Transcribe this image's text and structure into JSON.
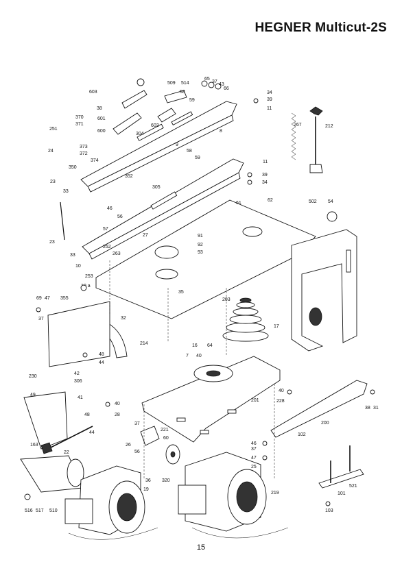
{
  "title": "HEGNER Multicut-2S",
  "page_number": "15",
  "callouts": {
    "603": "603",
    "38": "38",
    "601": "601",
    "600": "600",
    "509": "509",
    "514": "514",
    "65": "65",
    "37": "37",
    "43": "43",
    "66": "66",
    "58": "58",
    "59": "59",
    "602": "602",
    "34": "34",
    "39": "39",
    "11": "11",
    "370": "370",
    "371": "371",
    "251": "251",
    "304": "304",
    "8": "8",
    "267": "267",
    "212": "212",
    "24": "24",
    "373": "373",
    "372": "372",
    "374": "374",
    "350": "350",
    "9": "9",
    "352": "352",
    "23": "23",
    "33": "33",
    "305": "305",
    "61": "61",
    "62": "62",
    "502": "502",
    "54": "54",
    "46": "46",
    "57": "57",
    "56": "56",
    "27": "27",
    "91": "91",
    "92": "92",
    "93": "93",
    "252": "252",
    "263": "263",
    "10": "10",
    "253": "253",
    "10a": "10 a",
    "69": "69",
    "47": "47",
    "355": "355",
    "35": "35",
    "203": "203",
    "32": "32",
    "17": "17",
    "214": "214",
    "16": "16",
    "64": "64",
    "7": "7",
    "40": "40",
    "48": "48",
    "44": "44",
    "42": "42",
    "230": "230",
    "306": "306",
    "49": "49",
    "41": "41",
    "28": "28",
    "228": "228",
    "201": "201",
    "200": "200",
    "31": "31",
    "163": "163",
    "22": "22",
    "26": "26",
    "221": "221",
    "60": "60",
    "102": "102",
    "25": "25",
    "36": "36",
    "320": "320",
    "516": "516",
    "517": "517",
    "510": "510",
    "19": "19",
    "219": "219",
    "521": "521",
    "101": "101",
    "103": "103"
  }
}
